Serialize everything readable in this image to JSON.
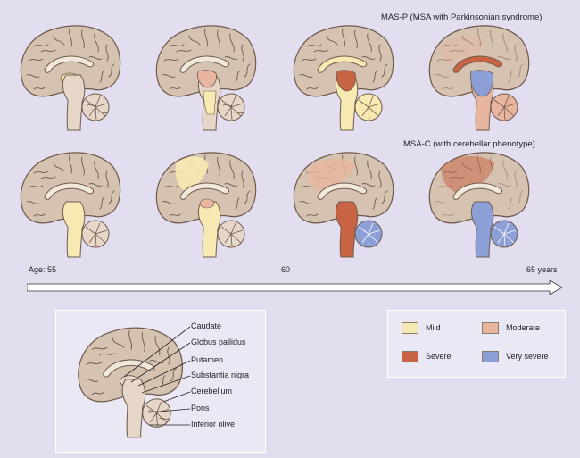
{
  "rows": {
    "top_title": "MAS-P (MSA with Parkinsonian syndrome)",
    "bottom_title": "MSA-C (with cerebellar phenotype)"
  },
  "timeline": {
    "start": "Age: 55",
    "mid": "60",
    "end": "65 years"
  },
  "key": {
    "labels": [
      "Caudate",
      "Globus pallidus",
      "Putamen",
      "Substantia nigra",
      "Cerebellum",
      "Pons",
      "Inferior olive"
    ]
  },
  "legend": {
    "items": [
      {
        "label": "Mild",
        "color": "#f6eab2"
      },
      {
        "label": "Moderate",
        "color": "#e8b6a0"
      },
      {
        "label": "Severe",
        "color": "#c86444"
      },
      {
        "label": "Very severe",
        "color": "#8c9fd6"
      }
    ]
  },
  "colors": {
    "background": "#e2def0",
    "cortex": "#d6c2b0",
    "sulcus": "#6e5a4c",
    "brainstem": "#e6d7c8"
  }
}
